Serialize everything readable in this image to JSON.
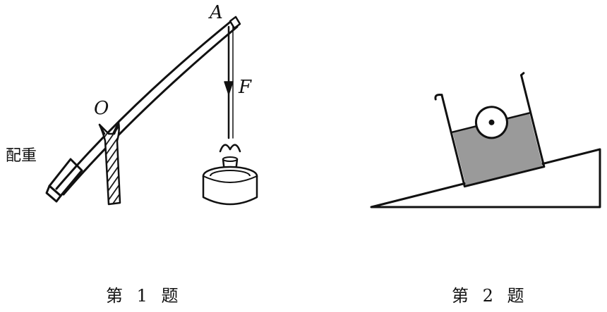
{
  "figure1": {
    "label_A": "A",
    "label_F": "F",
    "label_O": "O",
    "label_counterweight": "配重",
    "caption": "第 1 题"
  },
  "figure2": {
    "caption": "第 2 题"
  },
  "colors": {
    "ink": "#111111",
    "water": "#9a9a9a",
    "background": "#ffffff"
  }
}
